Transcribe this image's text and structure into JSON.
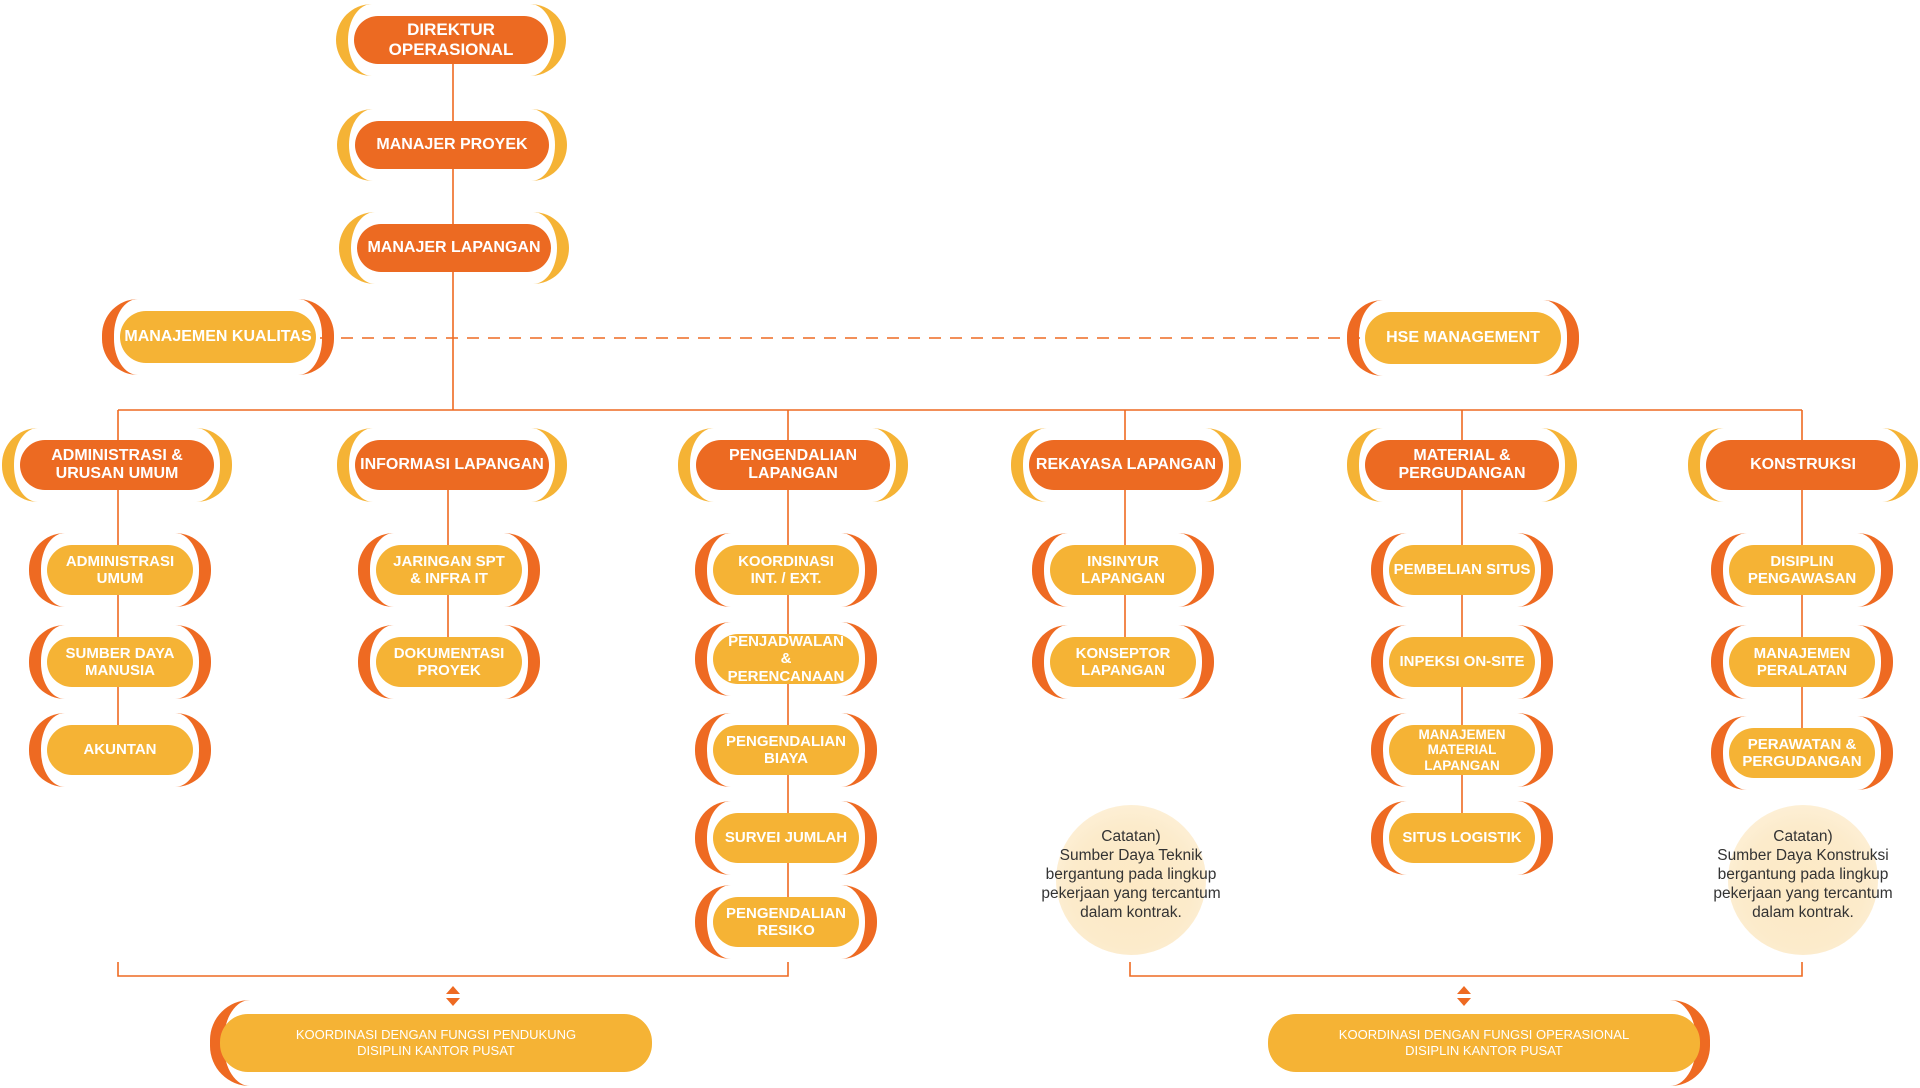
{
  "colors": {
    "dark_fill": "#EC6A22",
    "light_fill": "#F5B335",
    "line": "#EE6A22",
    "note_fill": "#FDE9C4"
  },
  "nodes": {
    "direktur": "DIREKTUR OPERASIONAL",
    "manajer_proyek": "MANAJER PROYEK",
    "manajer_lapangan": "MANAJER LAPANGAN",
    "manajemen_kualitas": "MANAJEMEN KUALITAS",
    "hse": "HSE MANAGEMENT"
  },
  "departments": [
    {
      "title": "ADMINISTRASI & URUSAN UMUM",
      "children": [
        "ADMINISTRASI UMUM",
        "SUMBER DAYA MANUSIA",
        "AKUNTAN"
      ]
    },
    {
      "title": "INFORMASI LAPANGAN",
      "children": [
        "JARINGAN SPT & INFRA IT",
        "DOKUMENTASI PROYEK"
      ]
    },
    {
      "title": "PENGENDALIAN LAPANGAN",
      "children": [
        "KOORDINASI INT. / EXT.",
        "PENJADWALAN & PERENCANAAN",
        "PENGENDALIAN BIAYA",
        "SURVEI JUMLAH",
        "PENGENDALIAN RESIKO"
      ]
    },
    {
      "title": "REKAYASA LAPANGAN",
      "children": [
        "INSINYUR LAPANGAN",
        "KONSEPTOR LAPANGAN"
      ]
    },
    {
      "title": "MATERIAL & PERGUDANGAN",
      "children": [
        "PEMBELIAN SITUS",
        "INPEKSI ON-SITE",
        "MANAJEMEN MATERIAL LAPANGAN",
        "SITUS LOGISTIK"
      ]
    },
    {
      "title": "KONSTRUKSI",
      "children": [
        "DISIPLIN PENGAWASAN",
        "MANAJEMEN PERALATAN",
        "PERAWATAN & PERGUDANGAN"
      ]
    }
  ],
  "notes": [
    {
      "heading": "Catatan)",
      "lines": [
        "Sumber Daya Teknik",
        "bergantung pada lingkup",
        "pekerjaan yang tercantum",
        "dalam kontrak."
      ]
    },
    {
      "heading": "Catatan)",
      "lines": [
        "Sumber Daya Konstruksi",
        "bergantung pada lingkup",
        "pekerjaan yang tercantum",
        "dalam kontrak."
      ]
    }
  ],
  "coordination": [
    {
      "line1": "KOORDINASI DENGAN FUNGSI PENDUKUNG",
      "line2": "DISIPLIN KANTOR PUSAT"
    },
    {
      "line1": "KOORDINASI DENGAN FUNGSI OPERASIONAL",
      "line2": "DISIPLIN KANTOR PUSAT"
    }
  ]
}
